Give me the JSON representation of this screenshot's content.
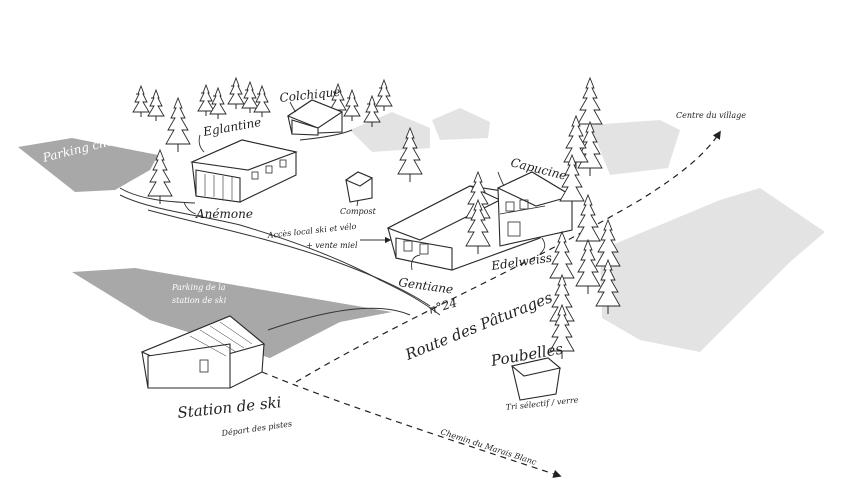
{
  "colors": {
    "parking": "#a8a8a8",
    "ghost_building": "#e3e3e3",
    "ink": "#2a2a2a",
    "background": "#ffffff"
  },
  "labels": {
    "parking_chalets": "Parking chalets-gîtes",
    "parking_ski_line1": "Parking de la",
    "parking_ski_line2": "station de ski",
    "eglantine": "Eglantine",
    "colchique": "Colchique",
    "anemone": "Anémone",
    "compost": "Compost",
    "capucine": "Capucine",
    "acces_line1": "Accès local ski et vélo",
    "acces_line2": "+ vente miel",
    "gentiane": "Gentiane",
    "edelweiss": "Edelweiss",
    "number": "n°24",
    "route": "Route des Pâturages",
    "poubelles": "Poubelles",
    "tri": "Tri sélectif / verre",
    "station": "Station de ski",
    "depart": "Départ des pistes",
    "chemin": "Chemin du Marais Blanc",
    "centre": "Centre du village"
  }
}
